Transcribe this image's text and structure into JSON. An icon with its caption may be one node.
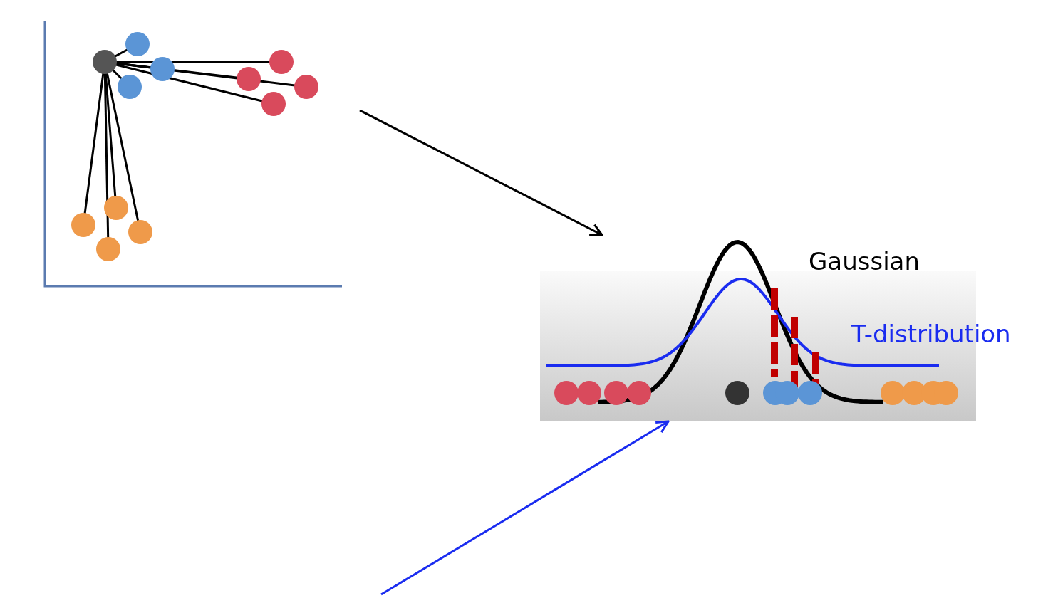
{
  "diagram": {
    "nodes": [
      {
        "text": [],
        "shape": "picture"
      },
      {
        "text": [],
        "shape": "picture"
      }
    ],
    "edges": [
      {
        "from": 0,
        "to": 1,
        "arrow": "to"
      },
      {
        "from": null,
        "to": 1,
        "arrow": "to",
        "color": "#1a2cf0"
      }
    ],
    "labels": [
      "Gaussian",
      "T-distribution"
    ]
  }
}
